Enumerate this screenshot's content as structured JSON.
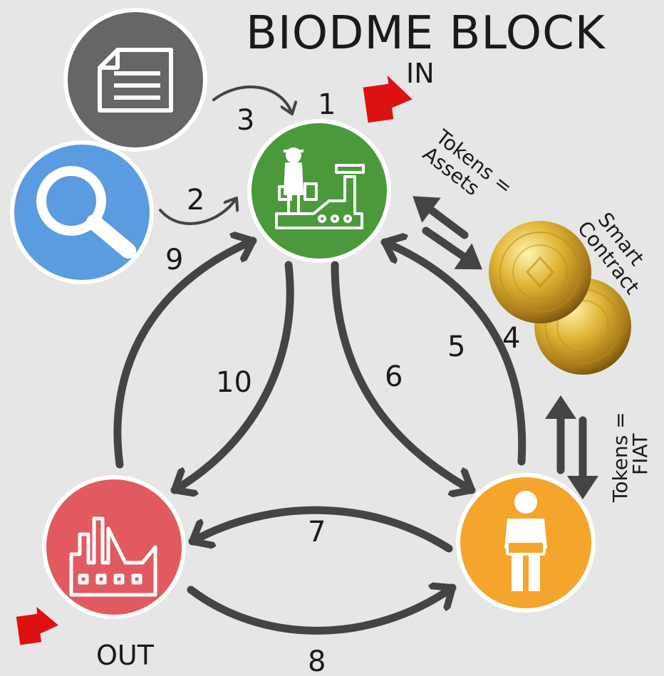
{
  "title": "BIODME BLOCK",
  "io": {
    "in_label": "IN",
    "out_label": "OUT"
  },
  "side_labels": {
    "tokens_assets_line1": "Tokens =",
    "tokens_assets_line2": "Assets",
    "smart_contract_line1": "Smart",
    "smart_contract_line2": "Contract",
    "tokens_fiat_line1": "Tokens =",
    "tokens_fiat_line2": "FIAT"
  },
  "flow_numbers": {
    "n1": "1",
    "n2": "2",
    "n3": "3",
    "n4": "4",
    "n5": "5",
    "n6": "6",
    "n7": "7",
    "n8": "8",
    "n9": "9",
    "n10": "10"
  },
  "colors": {
    "background": "#e6e6e6",
    "document_node": "#666666",
    "search_node": "#5b9be0",
    "producer_node": "#4a9a3c",
    "consumer_node": "#f4a52b",
    "factory_node": "#e05a5f",
    "arrow": "#444444",
    "io_marker": "#dd1111",
    "coin": "#d8ae2a"
  },
  "icons": {
    "document": "document-icon",
    "search": "magnifier-icon",
    "producer": "farmer-factory-icon",
    "consumer": "person-laptop-icon",
    "factory": "factory-icon",
    "coins": "coin-icon"
  }
}
